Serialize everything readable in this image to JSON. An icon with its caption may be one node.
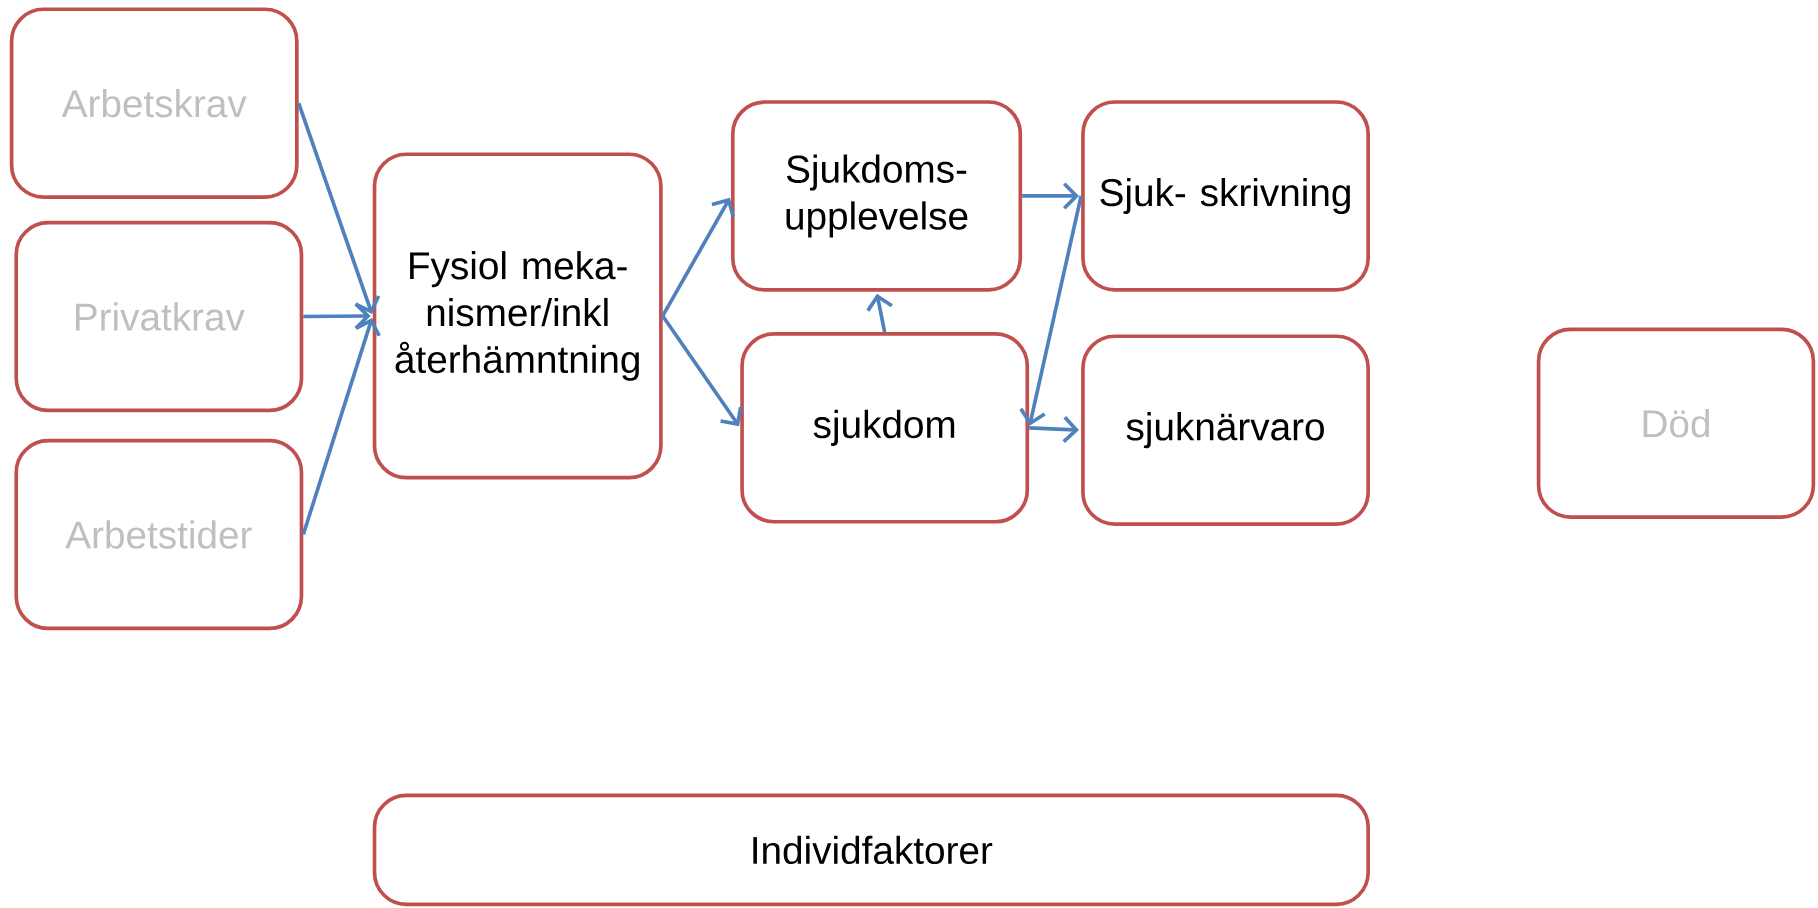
{
  "diagram": {
    "nodes": [
      {
        "text": [
          "Arbetskrav"
        ]
      },
      {
        "text": [
          "Privatkrav"
        ]
      },
      {
        "text": [
          "Arbetstider"
        ]
      },
      {
        "text": [
          "Fysiol meka- nismer/inkl återhämntning"
        ]
      },
      {
        "text": [
          "Sjukdoms- upplevelse"
        ]
      },
      {
        "text": [
          "Sjuk- skrivning"
        ]
      },
      {
        "text": [
          "sjukdom"
        ]
      },
      {
        "text": [
          "sjuknärvaro"
        ]
      },
      {
        "text": [
          "Död"
        ]
      },
      {
        "text": [
          "Individfaktorer"
        ]
      }
    ],
    "edges": [
      {
        "from": 0,
        "to": 3,
        "arrow": "to"
      },
      {
        "from": 1,
        "to": 3,
        "arrow": "to"
      },
      {
        "from": 2,
        "to": 3,
        "arrow": "to"
      },
      {
        "from": 3,
        "to": 4,
        "arrow": "to"
      },
      {
        "from": 3,
        "to": 6,
        "arrow": "to"
      },
      {
        "from": 6,
        "to": 4,
        "arrow": "to"
      },
      {
        "from": 4,
        "to": 5,
        "arrow": "to"
      },
      {
        "from": 5,
        "to": 6,
        "arrow": "to"
      },
      {
        "from": 6,
        "to": 7,
        "arrow": "to"
      }
    ]
  }
}
